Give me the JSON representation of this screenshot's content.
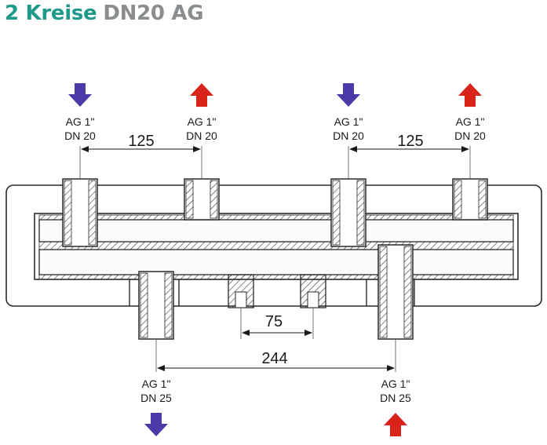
{
  "title": {
    "part1": "2 Kreise",
    "part2": "DN20 AG"
  },
  "colors": {
    "title_accent": "#1f9a8a",
    "title_gray": "#8a8d8f",
    "arrow_supply_cold": "#4b3aa8",
    "arrow_return_hot": "#d9241a",
    "outline": "#2a2a2a"
  },
  "top_connections": [
    {
      "line1": "AG 1\"",
      "line2": "DN 20",
      "arrow": "down",
      "color": "#4b3aa8"
    },
    {
      "line1": "AG 1\"",
      "line2": "DN 20",
      "arrow": "up",
      "color": "#d9241a"
    },
    {
      "line1": "AG 1\"",
      "line2": "DN 20",
      "arrow": "down",
      "color": "#4b3aa8"
    },
    {
      "line1": "AG 1\"",
      "line2": "DN 20",
      "arrow": "up",
      "color": "#d9241a"
    }
  ],
  "bottom_connections": [
    {
      "line1": "AG 1\"",
      "line2": "DN 25",
      "arrow": "down",
      "color": "#4b3aa8"
    },
    {
      "line1": "AG 1\"",
      "line2": "DN 25",
      "arrow": "up",
      "color": "#d9241a"
    }
  ],
  "dimensions": {
    "top_left": "125",
    "top_right": "125",
    "middle": "75",
    "bottom": "244"
  }
}
